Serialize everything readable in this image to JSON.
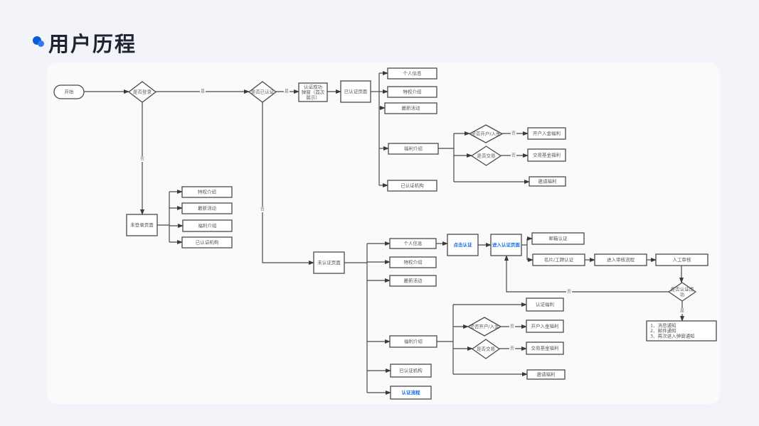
{
  "page": {
    "title": "用户历程",
    "accent_color": "#0a5bd8",
    "link_color": "#1a6ee0"
  },
  "flow": {
    "nodes": [
      {
        "id": "start",
        "text": "开始",
        "shape": "terminal"
      },
      {
        "id": "d_login",
        "text": "是否登录",
        "shape": "diamond"
      },
      {
        "id": "d_cert",
        "text": "是否已认证",
        "shape": "diamond"
      },
      {
        "id": "popup",
        "text": "认证成功\n弹窗（首次\n展示）",
        "shape": "box"
      },
      {
        "id": "certified_page",
        "text": "已认证页面",
        "shape": "box"
      },
      {
        "id": "c_info",
        "text": "个人信息",
        "shape": "box"
      },
      {
        "id": "c_priv",
        "text": "特权介绍",
        "shape": "box"
      },
      {
        "id": "c_act",
        "text": "最新活动",
        "shape": "box"
      },
      {
        "id": "c_welfare",
        "text": "福利介绍",
        "shape": "box"
      },
      {
        "id": "c_org",
        "text": "已认证机构",
        "shape": "box"
      },
      {
        "id": "c_d_open",
        "text": "是否开户/入金",
        "shape": "diamond"
      },
      {
        "id": "c_d_trade",
        "text": "是否交易",
        "shape": "diamond"
      },
      {
        "id": "c_open_w",
        "text": "开户入金福利",
        "shape": "box"
      },
      {
        "id": "c_trade_w",
        "text": "交易基金福利",
        "shape": "box"
      },
      {
        "id": "c_invite_w",
        "text": "邀请福利",
        "shape": "box"
      },
      {
        "id": "nologin_page",
        "text": "未登录页面",
        "shape": "box"
      },
      {
        "id": "n_priv",
        "text": "特权介绍",
        "shape": "box"
      },
      {
        "id": "n_act",
        "text": "最新活动",
        "shape": "box"
      },
      {
        "id": "n_welfare",
        "text": "福利介绍",
        "shape": "box"
      },
      {
        "id": "n_org",
        "text": "已认证机构",
        "shape": "box"
      },
      {
        "id": "uncert_page",
        "text": "未认证页面",
        "shape": "box"
      },
      {
        "id": "u_info",
        "text": "个人信息",
        "shape": "box"
      },
      {
        "id": "u_priv",
        "text": "特权介绍",
        "shape": "box"
      },
      {
        "id": "u_act",
        "text": "最新活动",
        "shape": "box"
      },
      {
        "id": "u_welfare",
        "text": "福利介绍",
        "shape": "box"
      },
      {
        "id": "u_org",
        "text": "已认证机构",
        "shape": "box"
      },
      {
        "id": "u_flow",
        "text": "认证流程",
        "shape": "box",
        "highlight": true
      },
      {
        "id": "click_cert",
        "text": "点击认证",
        "shape": "box",
        "highlight": true
      },
      {
        "id": "enter_cert",
        "text": "进入认证页面",
        "shape": "box",
        "highlight": true
      },
      {
        "id": "email_cert",
        "text": "邮箱认证",
        "shape": "box"
      },
      {
        "id": "card_cert",
        "text": "名片/工牌认证",
        "shape": "box"
      },
      {
        "id": "review_flow",
        "text": "进入审核流程",
        "shape": "box"
      },
      {
        "id": "manual_review",
        "text": "人工审核",
        "shape": "box"
      },
      {
        "id": "d_success",
        "text": "是否认证成\n功",
        "shape": "diamond"
      },
      {
        "id": "notify",
        "text": "1、消息通知\n2、邮件通知\n3、再次进入弹窗通知",
        "shape": "box",
        "align": "left"
      },
      {
        "id": "u_cert_w",
        "text": "认证福利",
        "shape": "box"
      },
      {
        "id": "u_d_open",
        "text": "是否开户/入金",
        "shape": "diamond"
      },
      {
        "id": "u_d_trade",
        "text": "是否交易",
        "shape": "diamond"
      },
      {
        "id": "u_open_w",
        "text": "开户入金福利",
        "shape": "box"
      },
      {
        "id": "u_trade_w",
        "text": "交易基金福利",
        "shape": "box"
      },
      {
        "id": "u_invite_w",
        "text": "邀请福利",
        "shape": "box"
      }
    ],
    "edges": [
      {
        "from": "start",
        "to": "d_login",
        "label": ""
      },
      {
        "from": "d_login",
        "to": "d_cert",
        "label": "是"
      },
      {
        "from": "d_login",
        "to": "nologin_page",
        "label": "否"
      },
      {
        "from": "d_cert",
        "to": "popup",
        "label": "是"
      },
      {
        "from": "d_cert",
        "to": "uncert_page",
        "label": "否"
      },
      {
        "from": "popup",
        "to": "certified_page",
        "label": ""
      },
      {
        "from": "c_d_open",
        "to": "c_open_w",
        "label": "否"
      },
      {
        "from": "c_d_trade",
        "to": "c_trade_w",
        "label": "否"
      },
      {
        "from": "d_success",
        "to": "enter_cert",
        "label": "否"
      },
      {
        "from": "d_success",
        "to": "notify",
        "label": "是"
      },
      {
        "from": "u_d_open",
        "to": "u_open_w",
        "label": "否"
      },
      {
        "from": "u_d_trade",
        "to": "u_trade_w",
        "label": "否"
      }
    ]
  }
}
